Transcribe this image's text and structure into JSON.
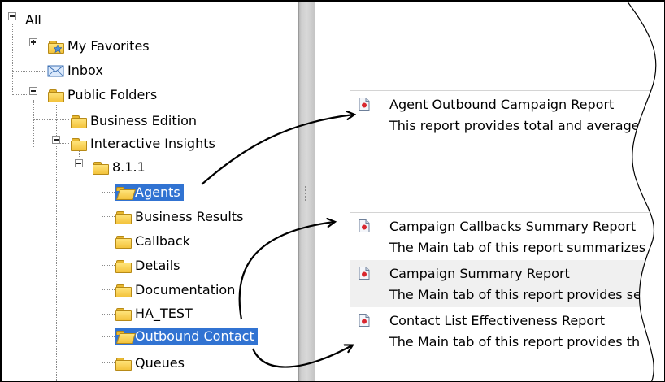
{
  "tree": {
    "nodes": [
      {
        "id": "all",
        "label": "All",
        "icon": "none",
        "expander": "minus"
      },
      {
        "id": "my-favorites",
        "label": "My Favorites",
        "icon": "favorites-folder-icon",
        "expander": "plus"
      },
      {
        "id": "inbox",
        "label": "Inbox",
        "icon": "inbox-icon",
        "expander": "none"
      },
      {
        "id": "public-folders",
        "label": "Public Folders",
        "icon": "folder-icon",
        "expander": "minus"
      },
      {
        "id": "business-edition",
        "label": "Business Edition",
        "icon": "folder-icon",
        "expander": "none"
      },
      {
        "id": "interactive-insights",
        "label": "Interactive Insights",
        "icon": "folder-icon",
        "expander": "minus"
      },
      {
        "id": "version-811",
        "label": "8.1.1",
        "icon": "folder-icon",
        "expander": "minus"
      },
      {
        "id": "agents",
        "label": "Agents",
        "icon": "open-folder-icon",
        "expander": "none",
        "selected": true
      },
      {
        "id": "business-results",
        "label": "Business Results",
        "icon": "folder-icon",
        "expander": "none"
      },
      {
        "id": "callback",
        "label": "Callback",
        "icon": "folder-icon",
        "expander": "none"
      },
      {
        "id": "details",
        "label": "Details",
        "icon": "folder-icon",
        "expander": "none"
      },
      {
        "id": "documentation",
        "label": "Documentation",
        "icon": "folder-icon",
        "expander": "none"
      },
      {
        "id": "ha-test",
        "label": "HA_TEST",
        "icon": "folder-icon",
        "expander": "none"
      },
      {
        "id": "outbound-contact",
        "label": "Outbound Contact",
        "icon": "open-folder-icon",
        "expander": "none",
        "selected": true
      },
      {
        "id": "queues",
        "label": "Queues",
        "icon": "folder-icon",
        "expander": "none"
      }
    ]
  },
  "reports": {
    "agents_group": [
      {
        "title": "Agent Outbound Campaign Report",
        "description": "This report provides total and average",
        "icon": "report-icon"
      }
    ],
    "outbound_group": [
      {
        "title": "Campaign Callbacks Summary Report",
        "description": "The Main tab of this report summarizes the",
        "icon": "report-icon"
      },
      {
        "title": "Campaign Summary Report",
        "description": "The Main tab of this report provides sev",
        "icon": "report-icon"
      },
      {
        "title": "Contact List Effectiveness Report",
        "description": "The Main tab of this report provides th",
        "icon": "report-icon"
      }
    ]
  },
  "colors": {
    "selection": "#3173d2",
    "folder": "#f3c33c",
    "report_icon_accent": "#d9262e",
    "arrow": "#000000"
  }
}
